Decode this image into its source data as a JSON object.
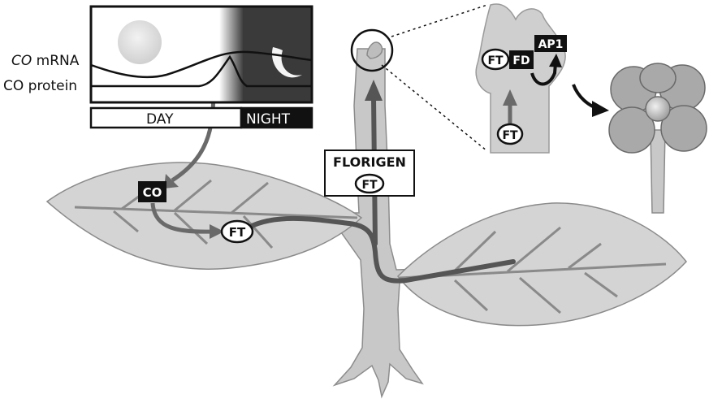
{
  "graph": {
    "co_mrna_label_italic": "CO",
    "co_mrna_label_rest": " mRNA",
    "co_protein_label": "CO protein",
    "day_label": "DAY",
    "night_label": "NIGHT"
  },
  "leaf": {
    "co_label": "CO",
    "ft_label": "FT"
  },
  "florigen": {
    "title": "FLORIGEN",
    "ft_label": "FT"
  },
  "apex": {
    "ft_bottom_label": "FT",
    "ft_complex_label": "FT",
    "fd_label": "FD",
    "ap1_label": "AP1"
  }
}
